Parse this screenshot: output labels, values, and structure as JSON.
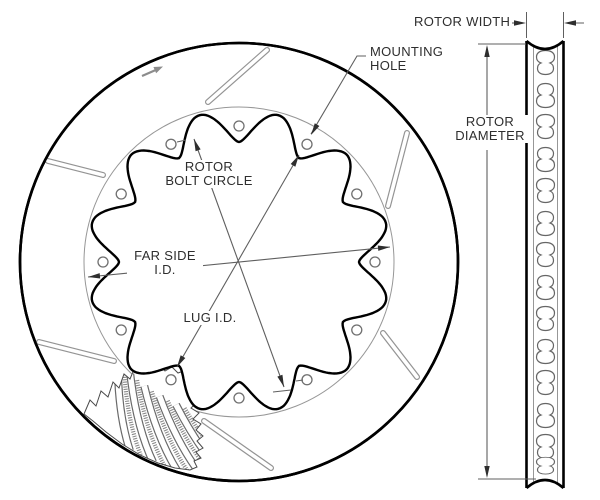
{
  "drawing": {
    "type": "brake-rotor-technical-drawing",
    "labels": {
      "mounting_hole": {
        "line1": "MOUNTING",
        "line2": "HOLE"
      },
      "rotor_bolt_circle": {
        "line1": "ROTOR",
        "line2": "BOLT CIRCLE"
      },
      "far_side_id": {
        "line1": "FAR SIDE",
        "line2": "I.D."
      },
      "lug_id": {
        "line1": "LUG I.D."
      },
      "rotor_width": {
        "line1": "ROTOR WIDTH"
      },
      "rotor_diameter": {
        "line1": "ROTOR",
        "line2": "DIAMETER"
      }
    },
    "colors": {
      "outline": "#000000",
      "thin_line": "#979797",
      "dim_line": "#5f5f5f",
      "text": "#2e2e2e",
      "arrow": "#2e2e2e",
      "rotation_arrow": "#8c8c8c",
      "band_edge": "#6a6a6a",
      "stipple": "#8a8a8a"
    }
  }
}
